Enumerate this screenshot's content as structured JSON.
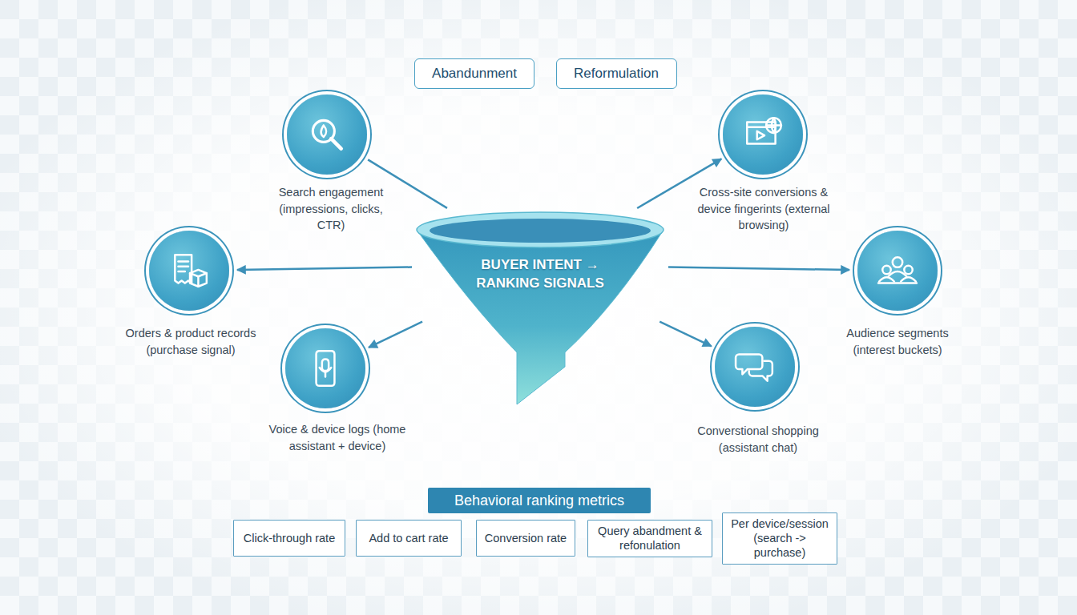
{
  "diagram": {
    "nodes": [
      {
        "text": [
          "Abandunment"
        ]
      },
      {
        "text": [
          "Reformulation"
        ]
      },
      {
        "text": [
          "Search engagement (impressions, clicks, CTR)"
        ]
      },
      {
        "text": [
          "Cross-site conversions & device fingerints (external browsing)"
        ]
      },
      {
        "text": [
          "Orders & product records (purchase signal)"
        ]
      },
      {
        "text": [
          "BUYER INTENT → RANKING SIGNALS"
        ]
      },
      {
        "text": [
          "Audience segments (interest buckets)"
        ]
      },
      {
        "text": [
          "Voice & device logs (home assistant + device)"
        ]
      },
      {
        "text": [
          "Converstional shopping (assistant chat)"
        ]
      },
      {
        "text": [
          "Behavioral ranking metrics"
        ]
      },
      {
        "text": [
          "Click-through rate"
        ]
      },
      {
        "text": [
          "Add to cart rate"
        ]
      },
      {
        "text": [
          "Conversion rate"
        ]
      },
      {
        "text": [
          "Query abandment & refonulation"
        ]
      },
      {
        "text": [
          "Per device/session (search -> purchase)"
        ]
      }
    ],
    "edges": [
      {
        "from": 2,
        "to": 5,
        "arrow": "none"
      },
      {
        "from": 5,
        "to": 3,
        "arrow": "to"
      },
      {
        "from": 5,
        "to": 4,
        "arrow": "to"
      },
      {
        "from": 5,
        "to": 6,
        "arrow": "to"
      },
      {
        "from": 5,
        "to": 7,
        "arrow": "to"
      },
      {
        "from": 5,
        "to": 8,
        "arrow": "to"
      }
    ]
  }
}
